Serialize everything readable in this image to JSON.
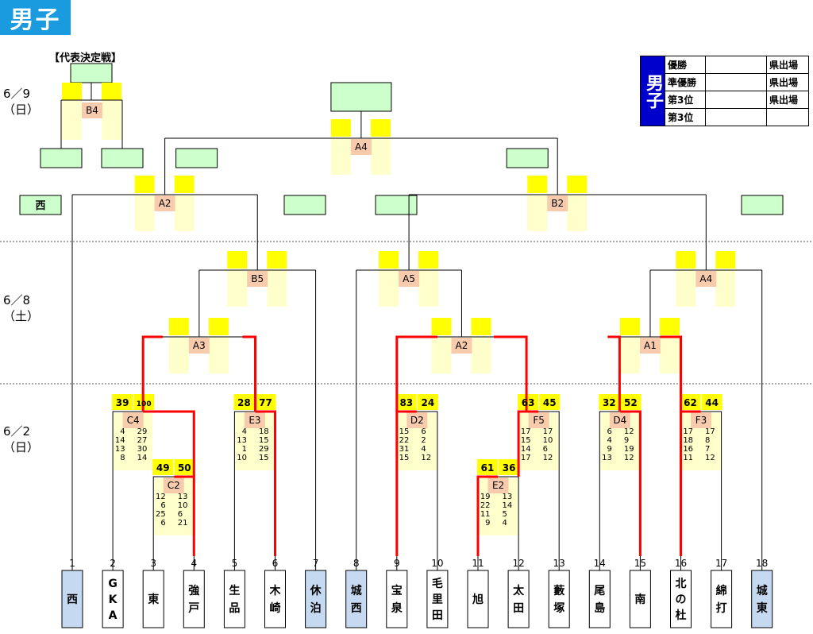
{
  "title": "男子",
  "dates": {
    "d1": "6／9",
    "d1w": "（日）",
    "d2": "6／8",
    "d2w": "（土）",
    "d3": "6／2",
    "d3w": "（日）"
  },
  "rep_label": "【代表決定戦】",
  "results_table": {
    "header": "男子",
    "rows": [
      {
        "rank": "優勝",
        "result": "県出場"
      },
      {
        "rank": "準優勝",
        "result": "県出場"
      },
      {
        "rank": "第3位",
        "result": "県出場"
      },
      {
        "rank": "第3位",
        "result": ""
      }
    ]
  },
  "teams": [
    {
      "num": "1",
      "name": "西",
      "blue": true
    },
    {
      "num": "2",
      "name": "GKA",
      "blue": false
    },
    {
      "num": "3",
      "name": "東",
      "blue": false
    },
    {
      "num": "4",
      "name": "強戸",
      "blue": false
    },
    {
      "num": "5",
      "name": "生品",
      "blue": false
    },
    {
      "num": "6",
      "name": "木崎",
      "blue": false
    },
    {
      "num": "7",
      "name": "休泊",
      "blue": true
    },
    {
      "num": "8",
      "name": "城西",
      "blue": true
    },
    {
      "num": "9",
      "name": "宝泉",
      "blue": false
    },
    {
      "num": "10",
      "name": "毛里田",
      "blue": false
    },
    {
      "num": "11",
      "name": "旭",
      "blue": false
    },
    {
      "num": "12",
      "name": "太田",
      "blue": false
    },
    {
      "num": "13",
      "name": "藪塚",
      "blue": false
    },
    {
      "num": "14",
      "name": "尾島",
      "blue": false
    },
    {
      "num": "15",
      "name": "南",
      "blue": false
    },
    {
      "num": "16",
      "name": "北の杜",
      "blue": false
    },
    {
      "num": "17",
      "name": "綿打",
      "blue": false
    },
    {
      "num": "18",
      "name": "城東",
      "blue": true
    }
  ],
  "green_labels": {
    "seed_left": "西"
  },
  "matches": [
    {
      "code": "C4",
      "score_l": "39",
      "score_r": "100",
      "sets_l": [
        "4",
        "14",
        "13",
        "8"
      ],
      "sets_r": [
        "29",
        "27",
        "30",
        "14"
      ]
    },
    {
      "code": "C2",
      "score_l": "49",
      "score_r": "50",
      "sets_l": [
        "12",
        "6",
        "25",
        "6"
      ],
      "sets_r": [
        "13",
        "10",
        "6",
        "21"
      ]
    },
    {
      "code": "E3",
      "score_l": "28",
      "score_r": "77",
      "sets_l": [
        "4",
        "13",
        "1",
        "10"
      ],
      "sets_r": [
        "18",
        "15",
        "29",
        "15"
      ]
    },
    {
      "code": "D2",
      "score_l": "83",
      "score_r": "24",
      "sets_l": [
        "15",
        "22",
        "31",
        "15"
      ],
      "sets_r": [
        "6",
        "2",
        "4",
        "12"
      ]
    },
    {
      "code": "F5",
      "score_l": "63",
      "score_r": "45",
      "sets_l": [
        "17",
        "15",
        "14",
        "17"
      ],
      "sets_r": [
        "17",
        "10",
        "6",
        "12"
      ]
    },
    {
      "code": "E2",
      "score_l": "61",
      "score_r": "36",
      "sets_l": [
        "19",
        "22",
        "11",
        "9"
      ],
      "sets_r": [
        "13",
        "14",
        "5",
        "4"
      ]
    },
    {
      "code": "D4",
      "score_l": "32",
      "score_r": "52",
      "sets_l": [
        "6",
        "4",
        "9",
        "13"
      ],
      "sets_r": [
        "12",
        "9",
        "19",
        "12"
      ]
    },
    {
      "code": "F3",
      "score_l": "62",
      "score_r": "44",
      "sets_l": [
        "17",
        "18",
        "16",
        "11"
      ],
      "sets_r": [
        "17",
        "8",
        "7",
        "12"
      ]
    },
    {
      "code": "A3"
    },
    {
      "code": "A2"
    },
    {
      "code": "A1"
    },
    {
      "code": "B5"
    },
    {
      "code": "A5"
    },
    {
      "code": "A4"
    },
    {
      "code": "A2"
    },
    {
      "code": "B2"
    },
    {
      "code": "A4"
    },
    {
      "code": "B4"
    }
  ],
  "colors": {
    "yellow": "#ffff00",
    "pale_yellow": "#ffffcc",
    "peach": "#f8cbad",
    "green": "#ccffcc",
    "blue_box": "#c5d9f1",
    "win_line": "#ff0000",
    "title_blue": "#1a9be0"
  }
}
